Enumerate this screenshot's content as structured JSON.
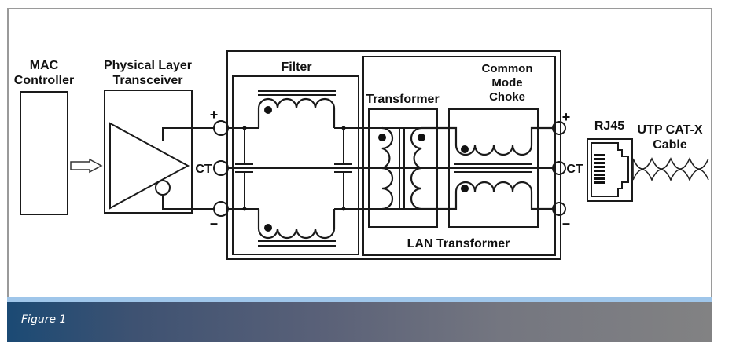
{
  "figure": {
    "caption": "Figure 1",
    "colors": {
      "footer_strip": "#9fc6ea",
      "footer_gradient_start": "#1b4a74",
      "footer_gradient_end": "#828283",
      "line": "#1a1a1a"
    }
  },
  "blocks": {
    "mac": {
      "label_line1": "MAC",
      "label_line2": "Controller"
    },
    "phy": {
      "label_line1": "Physical Layer",
      "label_line2": "Transceiver"
    },
    "filter": {
      "label": "Filter"
    },
    "transformer": {
      "label": "Transformer"
    },
    "choke": {
      "label_line1": "Common",
      "label_line2": "Mode",
      "label_line3": "Choke"
    },
    "lan_transformer": {
      "label": "LAN Transformer"
    },
    "rj45": {
      "label": "RJ45"
    },
    "cable": {
      "label_line1": "UTP CAT-X",
      "label_line2": "Cable"
    }
  },
  "terminals": {
    "left": {
      "plus": "+",
      "ct": "CT",
      "minus": "–"
    },
    "right": {
      "plus": "+",
      "ct": "CT",
      "minus": "–"
    }
  }
}
